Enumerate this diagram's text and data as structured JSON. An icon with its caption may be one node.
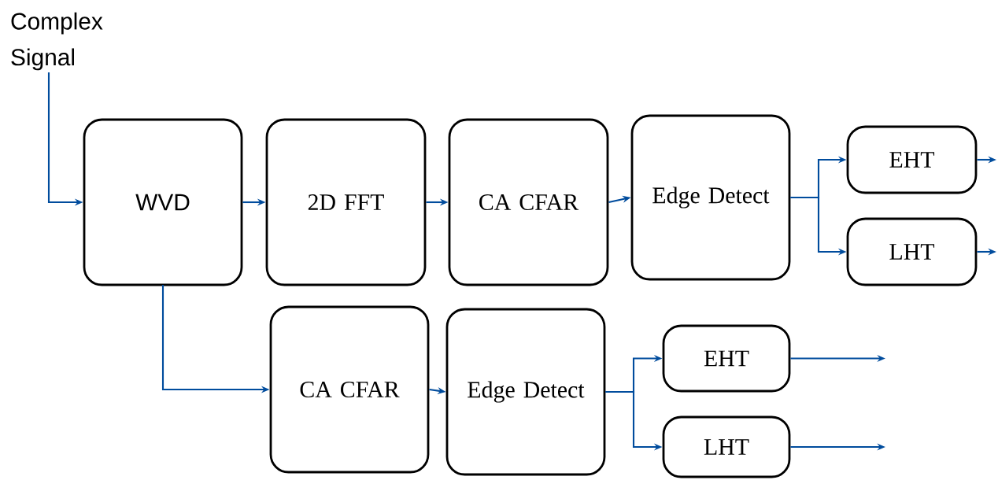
{
  "diagram": {
    "nodes": [
      {
        "text": [
          "Complex Signal"
        ]
      },
      {
        "text": [
          "WVD"
        ]
      },
      {
        "text": [
          "2D FFT"
        ]
      },
      {
        "text": [
          "CA CFAR"
        ]
      },
      {
        "text": [
          "Edge Detect"
        ]
      },
      {
        "text": [
          "EHT"
        ]
      },
      {
        "text": [
          "LHT"
        ]
      },
      {
        "text": [
          "CA CFAR"
        ]
      },
      {
        "text": [
          "Edge Detect"
        ]
      },
      {
        "text": [
          "EHT"
        ]
      },
      {
        "text": [
          "LHT"
        ]
      }
    ],
    "edges": [
      {
        "from": 0,
        "to": 1,
        "arrow": "to"
      },
      {
        "from": 1,
        "to": 2,
        "arrow": "to"
      },
      {
        "from": 2,
        "to": 3,
        "arrow": "to"
      },
      {
        "from": 3,
        "to": 4,
        "arrow": "to"
      },
      {
        "from": 4,
        "to": 5,
        "arrow": "to"
      },
      {
        "from": 4,
        "to": 6,
        "arrow": "to"
      },
      {
        "from": 5,
        "to": null,
        "arrow": "to"
      },
      {
        "from": 6,
        "to": null,
        "arrow": "to"
      },
      {
        "from": 1,
        "to": 7,
        "arrow": "to"
      },
      {
        "from": 7,
        "to": 8,
        "arrow": "to"
      },
      {
        "from": 8,
        "to": 9,
        "arrow": "to"
      },
      {
        "from": 8,
        "to": 10,
        "arrow": "to"
      },
      {
        "from": 9,
        "to": null,
        "arrow": "to"
      },
      {
        "from": 10,
        "to": null,
        "arrow": "to"
      }
    ]
  }
}
